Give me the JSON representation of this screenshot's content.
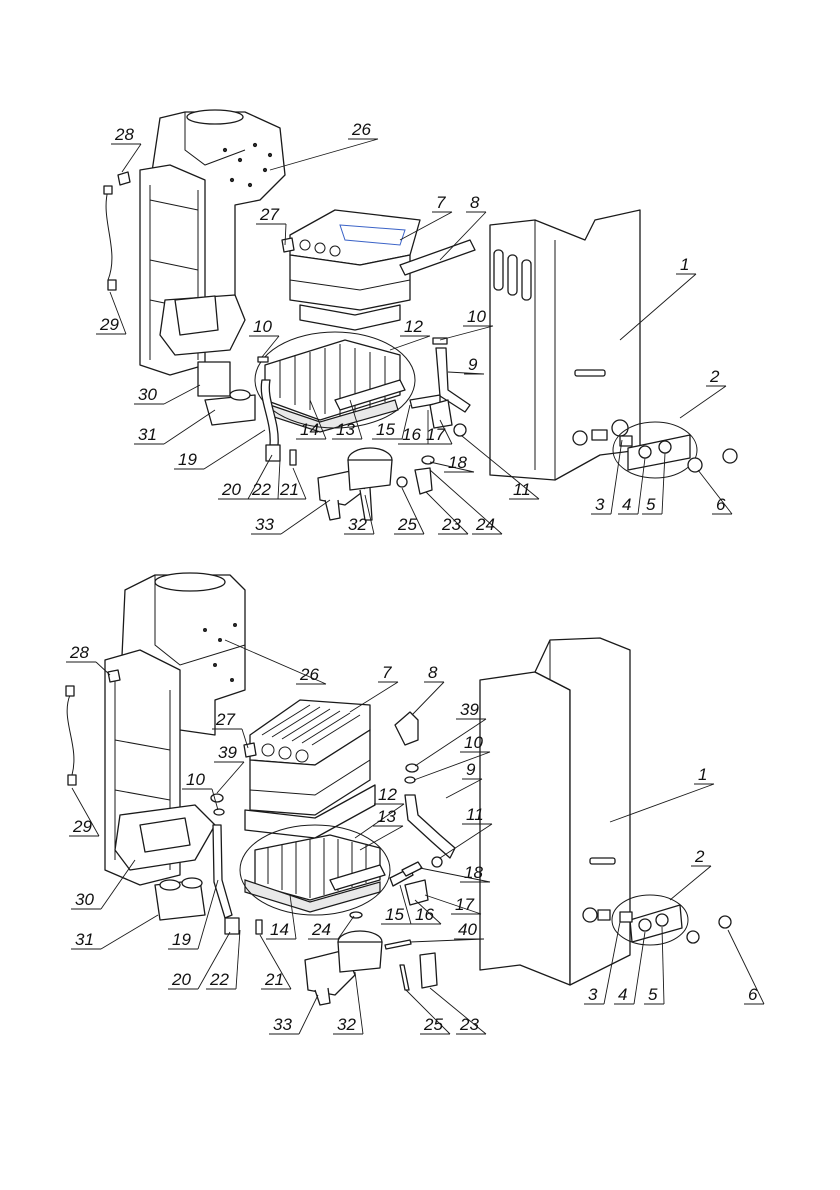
{
  "diagram": {
    "top": {
      "callouts": [
        "1",
        "2",
        "3",
        "4",
        "5",
        "6",
        "7",
        "8",
        "9",
        "10",
        "10",
        "11",
        "12",
        "13",
        "14",
        "15",
        "16",
        "17",
        "18",
        "19",
        "20",
        "21",
        "22",
        "23",
        "24",
        "25",
        "26",
        "27",
        "28",
        "29",
        "30",
        "31",
        "32",
        "33"
      ]
    },
    "bottom": {
      "callouts": [
        "1",
        "2",
        "3",
        "4",
        "5",
        "6",
        "7",
        "8",
        "9",
        "10",
        "10",
        "11",
        "12",
        "13",
        "14",
        "15",
        "16",
        "17",
        "18",
        "19",
        "20",
        "21",
        "22",
        "23",
        "24",
        "25",
        "26",
        "27",
        "28",
        "29",
        "30",
        "31",
        "32",
        "33",
        "39",
        "39",
        "40"
      ]
    }
  }
}
